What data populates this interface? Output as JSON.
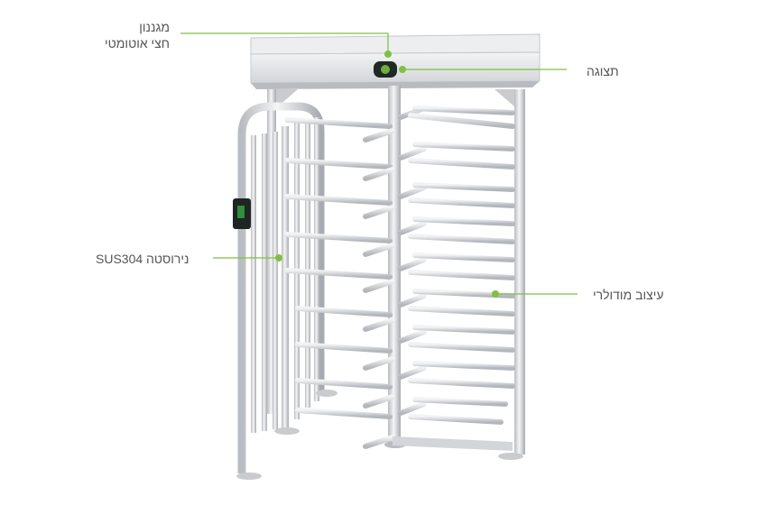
{
  "callouts": {
    "mechanism": {
      "line1": "מגננון",
      "line2": "חצי אוטומטי"
    },
    "display": "תצוגה",
    "steel": "SUS304 נירוסטה",
    "modular": "עיצוב מודולרי"
  },
  "colors": {
    "accent": "#7dc142",
    "text": "#555555",
    "steel_light": "#e6e7ea",
    "steel_mid": "#c9cbcf",
    "steel_dark": "#9a9da3"
  }
}
